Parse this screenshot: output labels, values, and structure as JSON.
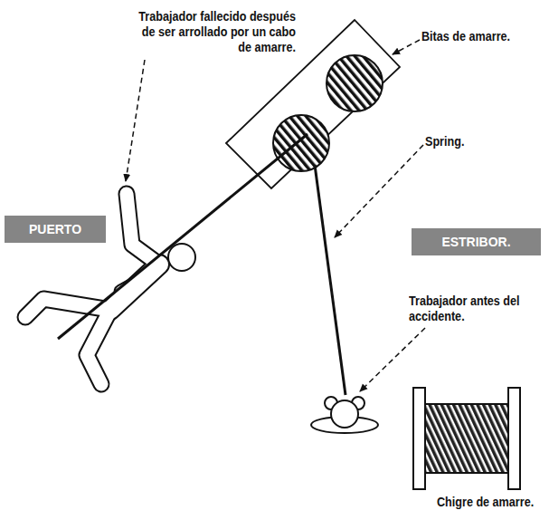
{
  "diagram": {
    "nodes": [
      {
        "text": [
          "PUERTO"
        ]
      },
      {
        "text": [
          "ESTRIBOR."
        ]
      }
    ],
    "labels": [
      "Trabajador fallecido después de ser arrollado por un cabo de amarre.",
      "Bitas de amarre.",
      "Spring.",
      "Trabajador antes del accidente.",
      "Chigre de amarre."
    ]
  }
}
